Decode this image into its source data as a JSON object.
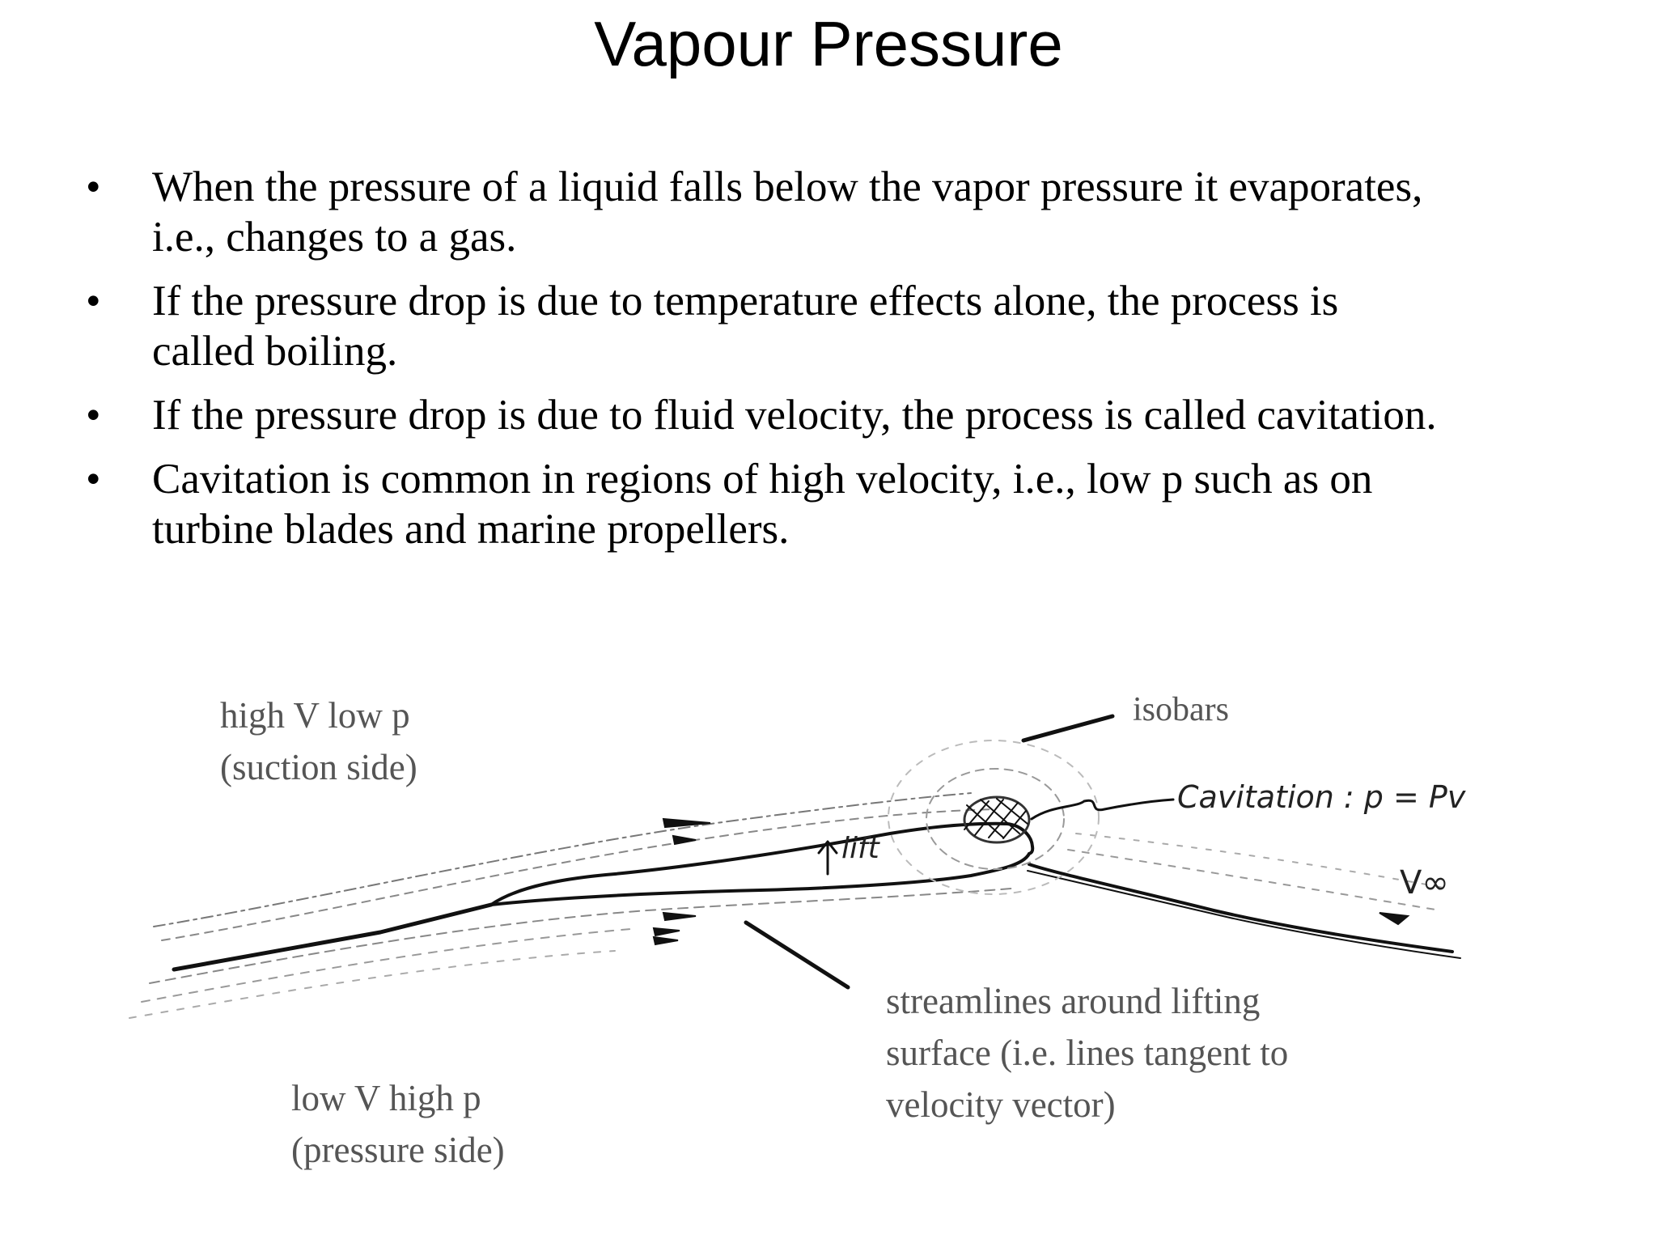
{
  "slide": {
    "title": "Vapour Pressure",
    "bullet_symbol": "•",
    "bullets": [
      {
        "line1": "When the pressure of a liquid falls below the vapor pressure it evaporates,",
        "line2": "i.e., changes to a gas."
      },
      {
        "line1": "If the pressure drop is due to temperature effects alone, the process is",
        "line2": "called boiling."
      },
      {
        "line1": "If the pressure drop is due to fluid velocity, the process is called cavitation.",
        "line2": ""
      },
      {
        "line1": "Cavitation is common in regions of high velocity, i.e., low p such as on",
        "line2": "turbine blades and marine propellers."
      }
    ]
  },
  "figure": {
    "suction_label": {
      "line1": "high V  low p",
      "line2": "(suction side)"
    },
    "pressure_label": {
      "line1": "low V  high p",
      "line2": "(pressure side)"
    },
    "isobars_label": "isobars",
    "cavitation_label": "Cavitation : p = Pv",
    "lift_label": "lift",
    "velocity_label": "V∞",
    "streamlines_label": {
      "line1": "streamlines around lifting",
      "line2": "surface (i.e. lines tangent to",
      "line3": "velocity vector)"
    },
    "ink_color": "#111111",
    "label_color": "#555555"
  }
}
